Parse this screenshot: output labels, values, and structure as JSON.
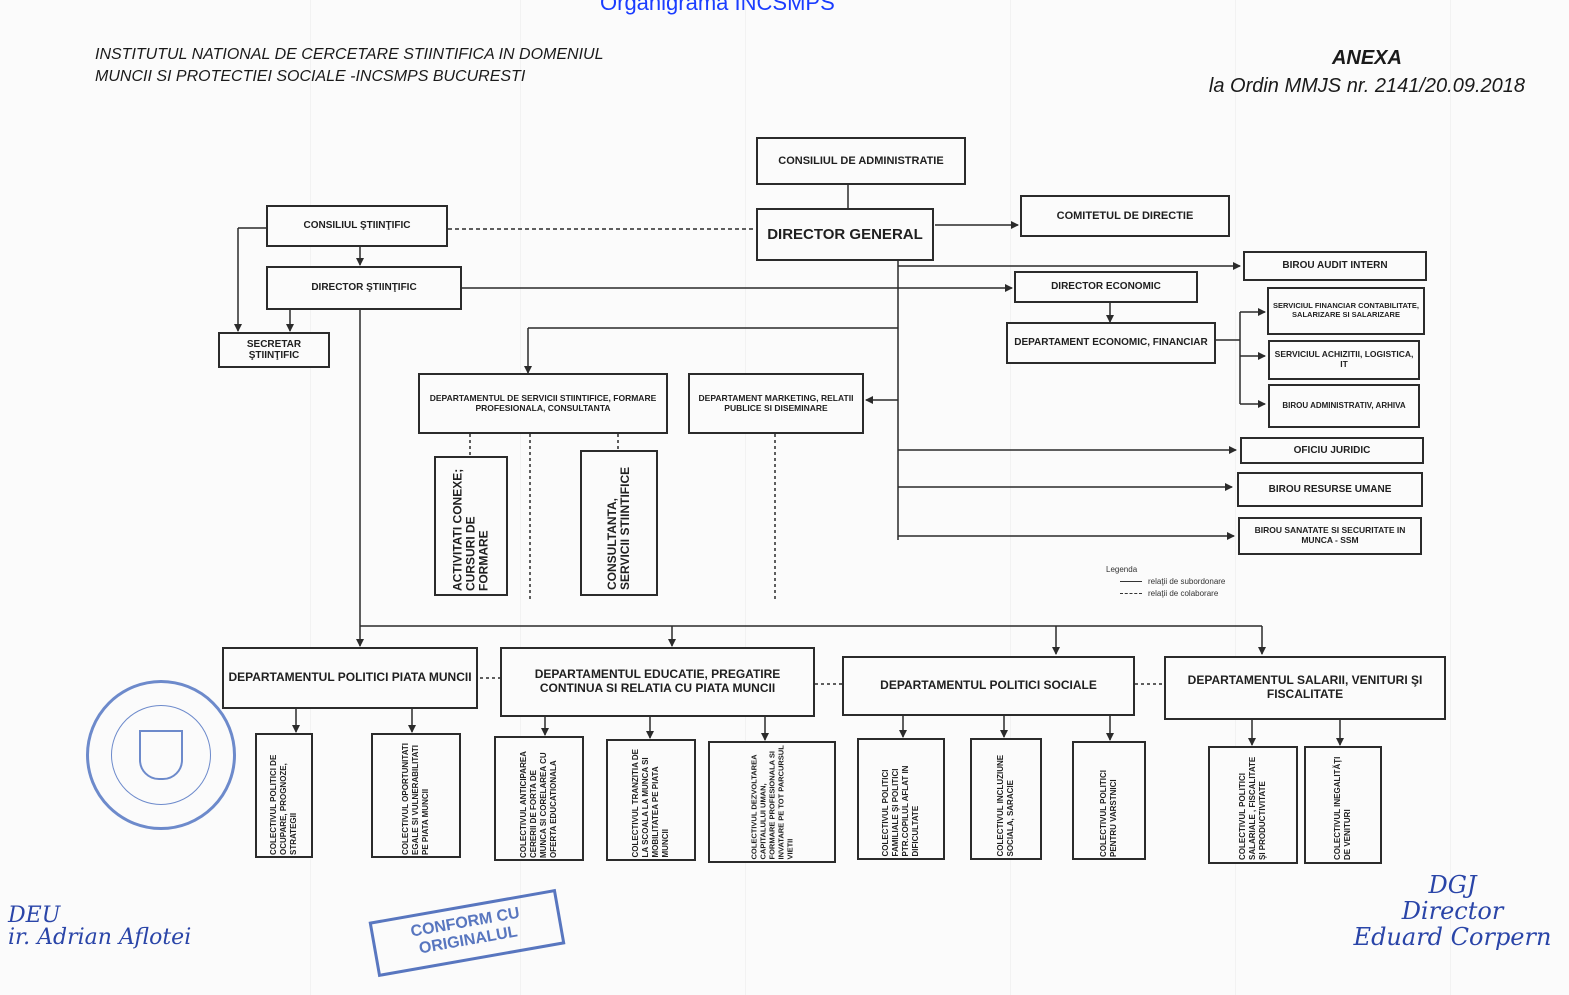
{
  "header": {
    "top_link": "Organigrama INCSMPS",
    "institute_line1": "INSTITUTUL NATIONAL DE CERCETARE STIINTIFICA IN DOMENIUL",
    "institute_line2": "MUNCII SI PROTECTIEI SOCIALE -INCSMPS BUCURESTI",
    "annex_title": "ANEXA",
    "annex_order": "la Ordin MMJS nr. 2141/20.09.2018"
  },
  "org": {
    "consiliul_administratie": "CONSILIUL DE ADMINISTRATIE",
    "director_general": "DIRECTOR GENERAL",
    "comitetul_directie": "COMITETUL DE DIRECTIE",
    "consiliul_stiintific": "CONSILIUL ŞTIINŢIFIC",
    "director_stiintific": "DIRECTOR ŞTIINŢIFIC",
    "secretar_stiintific": "SECRETAR ŞTIINŢIFIC",
    "birou_audit": "BIROU AUDIT INTERN",
    "director_economic": "DIRECTOR ECONOMIC",
    "serviciul_financiar": "SERVICIUL FINANCIAR CONTABILITATE, SALARIZARE SI SALARIZARE",
    "departament_economic": "DEPARTAMENT ECONOMIC, FINANCIAR",
    "serviciul_achizitii": "SERVICIUL ACHIZITII, LOGISTICA, IT",
    "birou_administrativ": "BIROU ADMINISTRATIV, ARHIVA",
    "oficiu_juridic": "OFICIU JURIDIC",
    "birou_resurse": "BIROU RESURSE UMANE",
    "birou_sanatate": "BIROU SANATATE SI SECURITATE IN MUNCA - SSM",
    "dept_servicii": "DEPARTAMENTUL DE SERVICII STIINTIFICE, FORMARE PROFESIONALA, CONSULTANTA",
    "dept_marketing": "DEPARTAMENT MARKETING, RELATII PUBLICE SI DISEMINARE",
    "activitati_conexe": "ACTIVITATI CONEXE; CURSURI DE FORMARE",
    "consultanta": "CONSULTANTA, SERVICII STIINTIFICE",
    "dept_politici_piata": "DEPARTAMENTUL POLITICI PIATA MUNCII",
    "dept_educatie": "DEPARTAMENTUL EDUCATIE, PREGATIRE CONTINUA SI RELATIA CU PIATA MUNCII",
    "dept_politici_sociale": "DEPARTAMENTUL POLITICI SOCIALE",
    "dept_salarii": "DEPARTAMENTUL SALARII, VENITURI ŞI FISCALITATE",
    "col_ocupare": "COLECTIVUL POLITICI DE OCUPARE, PROGNOZE, STRATEGII",
    "col_oportunitati": "COLECTIVUL OPORTUNITATI EGALE SI VULNERABILITATI PE PIATA MUNCII",
    "col_anticiparea": "COLECTIVUL ANTICIPAREA CERERII DE FORTA DE MUNCA SI CORELAREA CU OFERTA EDUCATIONALA",
    "col_tranzitia": "COLECTIVUL TRANZITIA DE LA SCOALA LA MUNCA SI MOBILITATEA PE PIATA MUNCII",
    "col_dezvoltarea": "COLECTIVUL DEZVOLTAREA CAPITALULUI UMAN, FORMARE PROFESIONALA SI INVATARE PE TOT PARCURSUL VIETII",
    "col_familiale": "COLECTIVUL POLITICI FAMILIALE ŞI POLITICI PTR.COPILUL AFLAT IN DIFICULTATE",
    "col_incluziune": "COLECTIVUL INCLUZIUNE SOCIALA, SARACIE",
    "col_varstnici": "COLECTIVUL POLITICI PENTRU VARSTNICI",
    "col_salariale": "COLECTIVUL POLITICI SALARIALE , FISCALITATE ŞI PRODUCTIVITATE",
    "col_inegalitati": "COLECTIVUL INEGALITĂŢI DE VENITURI"
  },
  "legend": {
    "title": "Legenda",
    "subordonare": "relaţii de subordonare",
    "colaborare": "relaţii de colaborare"
  },
  "stamps": {
    "conform": "CONFORM CU ORIGINALUL"
  },
  "signatures": {
    "left_line1": "DEU",
    "left_line2": "ir. Adrian Aflotei",
    "right_line1": "DGJ",
    "right_line2": "Director",
    "right_line3": "Eduard Corpern"
  },
  "colors": {
    "line": "#2b2b2b",
    "stamp": "#4a6fc0",
    "link": "#1a3cff"
  }
}
